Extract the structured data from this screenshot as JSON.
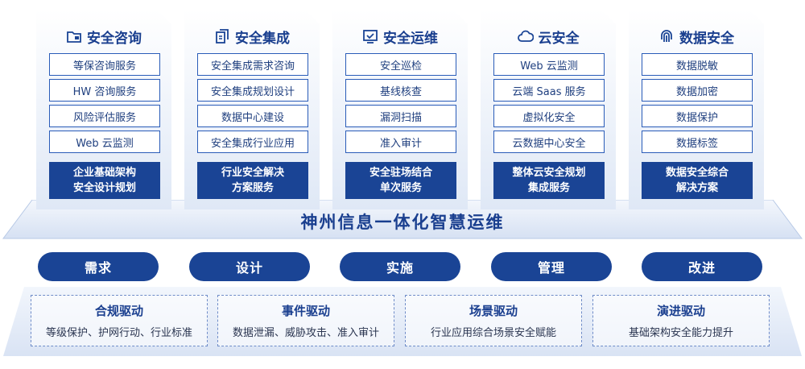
{
  "colors": {
    "primary": "#1a4495",
    "title": "#1a3f8f",
    "border": "#2a5cb8",
    "stage": "#dfe8f6"
  },
  "columns": [
    {
      "icon": "folder-shield-icon",
      "title": "安全咨询",
      "items": [
        "等保咨询服务",
        "HW 咨询服务",
        "风险评估服务",
        "Web 云监测"
      ],
      "summary_line1": "企业基础架构",
      "summary_line2": "安全设计规划"
    },
    {
      "icon": "document-copy-icon",
      "title": "安全集成",
      "items": [
        "安全集成需求咨询",
        "安全集成规划设计",
        "数据中心建设",
        "安全集成行业应用"
      ],
      "summary_line1": "行业安全解决",
      "summary_line2": "方案服务"
    },
    {
      "icon": "monitor-check-icon",
      "title": "安全运维",
      "items": [
        "安全巡检",
        "基线核查",
        "漏洞扫描",
        "准入审计"
      ],
      "summary_line1": "安全驻场结合",
      "summary_line2": "单次服务"
    },
    {
      "icon": "cloud-icon",
      "title": "云安全",
      "items": [
        "Web 云监测",
        "云端 Saas 服务",
        "虚拟化安全",
        "云数据中心安全"
      ],
      "summary_line1": "整体云安全规划",
      "summary_line2": "集成服务"
    },
    {
      "icon": "fingerprint-icon",
      "title": "数据安全",
      "items": [
        "数据脱敏",
        "数据加密",
        "数据保护",
        "数据标签"
      ],
      "summary_line1": "数据安全综合",
      "summary_line2": "解决方案"
    }
  ],
  "platform_title": "神州信息一体化智慧运维",
  "phases": [
    "需求",
    "设计",
    "实施",
    "管理",
    "改进"
  ],
  "drivers": [
    {
      "title": "合规驱动",
      "desc": "等级保护、护网行动、行业标准"
    },
    {
      "title": "事件驱动",
      "desc": "数据泄漏、威胁攻击、准入审计"
    },
    {
      "title": "场景驱动",
      "desc": "行业应用综合场景安全赋能"
    },
    {
      "title": "演进驱动",
      "desc": "基础架构安全能力提升"
    }
  ]
}
